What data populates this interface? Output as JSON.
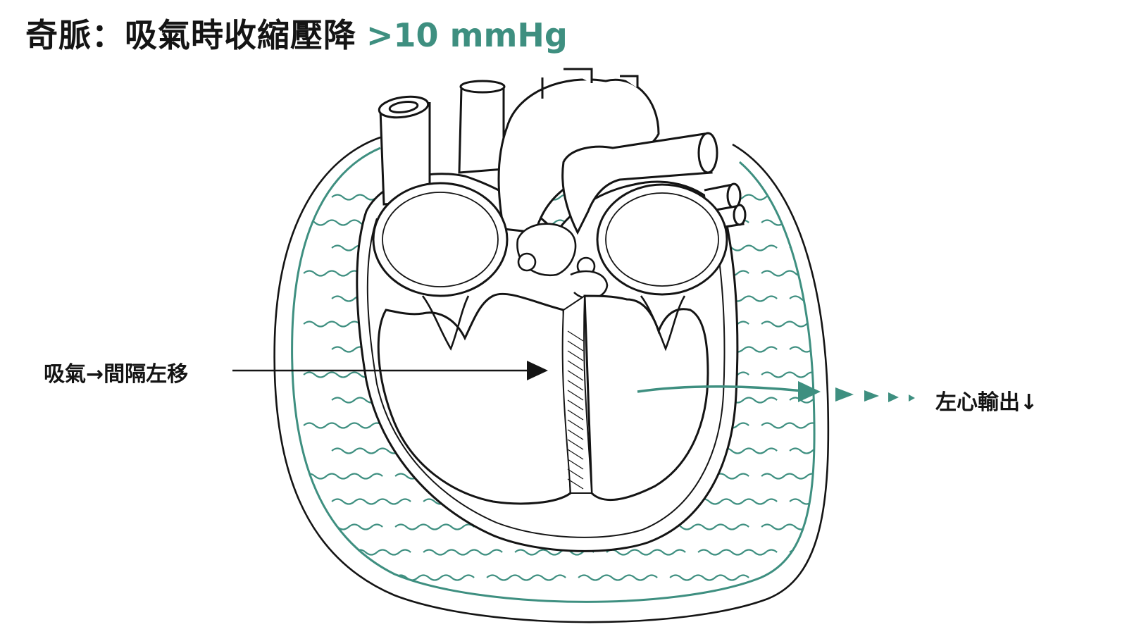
{
  "title": {
    "main": "奇脈：吸氣時收縮壓降",
    "accent": ">10 mmHg"
  },
  "annotations": {
    "septum_shift": "吸氣→間隔左移",
    "cardiac_output": "左心輸出↓"
  },
  "colors": {
    "accent": "#3e8f80",
    "ink": "#141414",
    "background": "#ffffff"
  }
}
